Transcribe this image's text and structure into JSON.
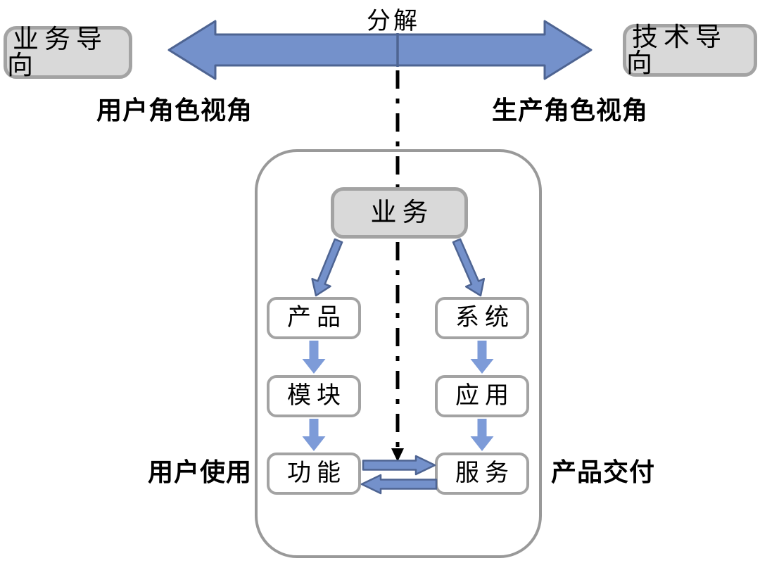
{
  "title": "分解",
  "header": {
    "left_box_label": "业务导向",
    "right_box_label": "技术导向",
    "left_perspective_label": "用户角色视角",
    "right_perspective_label": "生产角色视角"
  },
  "diagram": {
    "root_label": "业务",
    "left_chain": [
      "产品",
      "模块",
      "功能"
    ],
    "right_chain": [
      "系统",
      "应用",
      "服务"
    ],
    "bottom_left_label": "用户使用",
    "bottom_right_label": "产品交付"
  },
  "colors": {
    "arrow_fill": "#7491cb",
    "arrow_fill_light": "#7d9bd8",
    "arrow_stroke": "#4e6492",
    "gray_box_fill": "#d9d9d9",
    "box_border": "#a3a3a3",
    "container_border": "#999999",
    "dashed_line": "#000000",
    "text": "#000000"
  }
}
